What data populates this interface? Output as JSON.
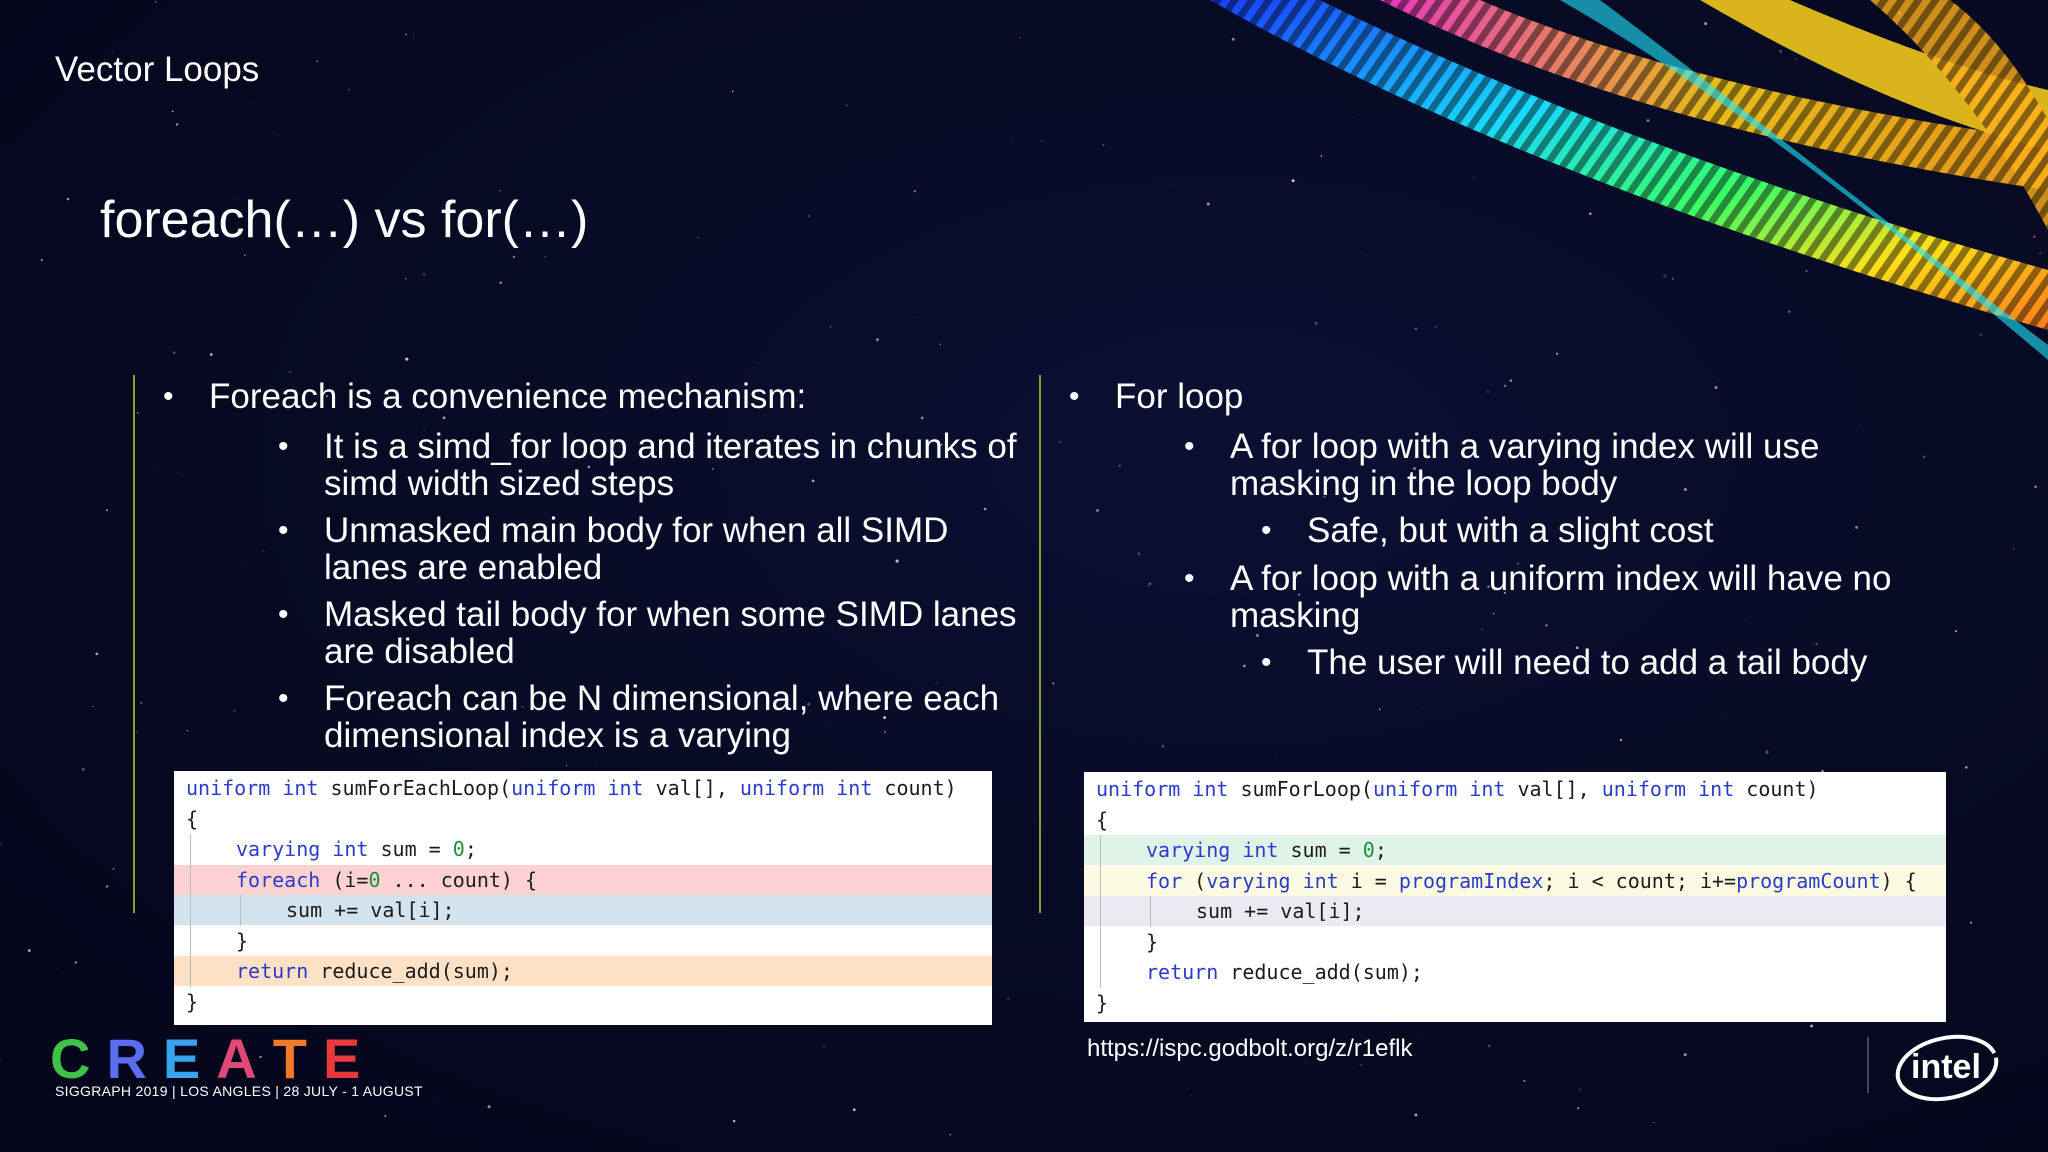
{
  "slide": {
    "section_label": "Vector Loops",
    "title": "foreach(…) vs for(…)"
  },
  "left_column": {
    "bullets": [
      {
        "level": 1,
        "text": "Foreach is a convenience mechanism:"
      },
      {
        "level": 2,
        "lines": [
          "It is a simd_for loop and iterates in chunks of",
          "simd width sized steps"
        ]
      },
      {
        "level": 2,
        "lines": [
          "Unmasked main body for when all SIMD",
          "lanes are enabled"
        ]
      },
      {
        "level": 2,
        "lines": [
          "Masked tail body for when some SIMD lanes",
          "are disabled"
        ]
      },
      {
        "level": 2,
        "lines": [
          "Foreach can be N dimensional, where each",
          "dimensional index is a varying"
        ]
      }
    ],
    "code": {
      "lines": [
        {
          "tokens": [
            [
              "kw",
              "uniform"
            ],
            [
              "t",
              " "
            ],
            [
              "kw",
              "int"
            ],
            [
              "t",
              " sumForEachLoop("
            ],
            [
              "kw",
              "uniform"
            ],
            [
              "t",
              " "
            ],
            [
              "kw",
              "int"
            ],
            [
              "t",
              " val[], "
            ],
            [
              "kw",
              "uniform"
            ],
            [
              "t",
              " "
            ],
            [
              "kw",
              "int"
            ],
            [
              "t",
              " count)"
            ]
          ],
          "highlight": "none"
        },
        {
          "tokens": [
            [
              "t",
              "{"
            ]
          ],
          "highlight": "none"
        },
        {
          "tokens": [
            [
              "kw",
              "varying"
            ],
            [
              "t",
              " "
            ],
            [
              "kw",
              "int"
            ],
            [
              "t",
              " sum = "
            ],
            [
              "num",
              "0"
            ],
            [
              "t",
              ";"
            ]
          ],
          "highlight": "none"
        },
        {
          "tokens": [
            [
              "kw",
              "foreach"
            ],
            [
              "t",
              " (i="
            ],
            [
              "num",
              "0"
            ],
            [
              "t",
              " ... count) {"
            ]
          ],
          "highlight": "red"
        },
        {
          "tokens": [
            [
              "t",
              "sum += val[i];"
            ]
          ],
          "highlight": "blue"
        },
        {
          "tokens": [
            [
              "t",
              "}"
            ]
          ],
          "highlight": "none"
        },
        {
          "tokens": [
            [
              "kw",
              "return"
            ],
            [
              "t",
              " reduce_add(sum);"
            ]
          ],
          "highlight": "orange"
        },
        {
          "tokens": [
            [
              "t",
              "}"
            ]
          ],
          "highlight": "none"
        }
      ]
    }
  },
  "right_column": {
    "bullets": [
      {
        "level": 1,
        "text": "For loop"
      },
      {
        "level": 2,
        "lines": [
          "A for loop with a varying index will use",
          "masking in the loop body"
        ]
      },
      {
        "level": 3,
        "lines": [
          "Safe, but with a slight cost"
        ]
      },
      {
        "level": 2,
        "lines": [
          "A for loop with a uniform index will have no",
          "masking"
        ]
      },
      {
        "level": 3,
        "lines": [
          "The user will need to add a tail body"
        ]
      }
    ],
    "code": {
      "lines": [
        {
          "tokens": [
            [
              "kw",
              "uniform"
            ],
            [
              "t",
              " "
            ],
            [
              "kw",
              "int"
            ],
            [
              "t",
              " sumForLoop("
            ],
            [
              "kw",
              "uniform"
            ],
            [
              "t",
              " "
            ],
            [
              "kw",
              "int"
            ],
            [
              "t",
              " val[], "
            ],
            [
              "kw",
              "uniform"
            ],
            [
              "t",
              " "
            ],
            [
              "kw",
              "int"
            ],
            [
              "t",
              " count)"
            ]
          ],
          "highlight": "none"
        },
        {
          "tokens": [
            [
              "t",
              "{"
            ]
          ],
          "highlight": "none"
        },
        {
          "tokens": [
            [
              "kw",
              "varying"
            ],
            [
              "t",
              " "
            ],
            [
              "kw",
              "int"
            ],
            [
              "t",
              " sum = "
            ],
            [
              "num",
              "0"
            ],
            [
              "t",
              ";"
            ]
          ],
          "highlight": "green"
        },
        {
          "tokens": [
            [
              "kw",
              "for"
            ],
            [
              "t",
              " ("
            ],
            [
              "kw",
              "varying"
            ],
            [
              "t",
              " "
            ],
            [
              "kw",
              "int"
            ],
            [
              "t",
              " i = "
            ],
            [
              "kw",
              "programIndex"
            ],
            [
              "t",
              "; i < count; i+="
            ],
            [
              "kw",
              "programCount"
            ],
            [
              "t",
              ") {"
            ]
          ],
          "highlight": "yellow"
        },
        {
          "tokens": [
            [
              "t",
              "sum += val[i];"
            ]
          ],
          "highlight": "lavender"
        },
        {
          "tokens": [
            [
              "t",
              "}"
            ]
          ],
          "highlight": "none"
        },
        {
          "tokens": [
            [
              "kw",
              "return"
            ],
            [
              "t",
              " reduce_add(sum);"
            ]
          ],
          "highlight": "none"
        },
        {
          "tokens": [
            [
              "t",
              "}"
            ]
          ],
          "highlight": "none"
        }
      ]
    },
    "link": "https://ispc.godbolt.org/z/r1eflk"
  },
  "footer": {
    "brand_letters": [
      "C",
      "R",
      "E",
      "A",
      "T",
      "E"
    ],
    "brand_colors": [
      "#3ec24a",
      "#5b6cf0",
      "#3aa3ee",
      "#e0487a",
      "#f07a2a",
      "#e83a3a"
    ],
    "event": "SIGGRAPH 2019 | LOS ANGLES | 28 JULY - 1 AUGUST",
    "sponsor_logo": "intel"
  },
  "icons": [
    "bullet-dot-icon",
    "intel-logo-icon",
    "create-logo-icon"
  ],
  "colors": {
    "background": "#070a24",
    "divider": "#7fa61c",
    "keyword": "#2b3cc9",
    "number": "#1a8f3c"
  }
}
